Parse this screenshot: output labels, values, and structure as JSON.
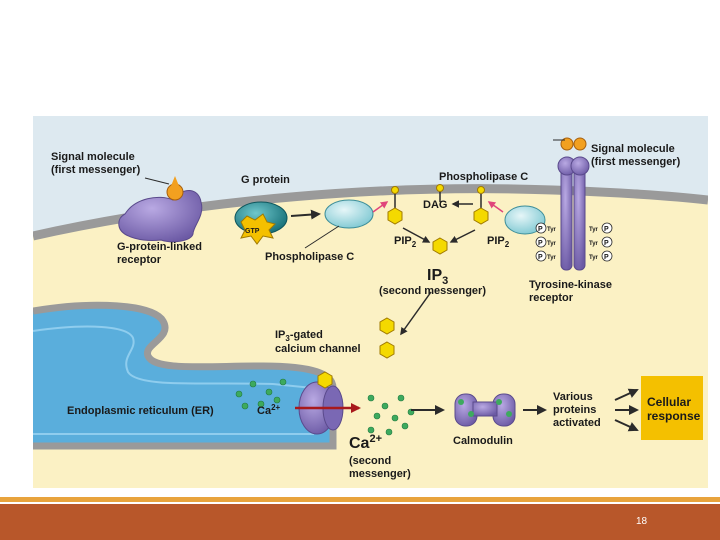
{
  "diagram": {
    "labels": {
      "signal_left_1": "Signal molecule",
      "signal_left_2": "(first messenger)",
      "g_protein": "G protein",
      "gtp": "GTP",
      "receptor_1": "G-protein-linked",
      "receptor_2": "receptor",
      "plc_bottom": "Phospholipase C",
      "plc_top": "Phospholipase C",
      "dag": "DAG",
      "pip2": "PIP",
      "pip2_sub": "2",
      "ip3": "IP",
      "ip3_sub": "3",
      "second_messenger": "(second messenger)",
      "signal_right_1": "Signal molecule",
      "signal_right_2": "(first messenger)",
      "tyr": "Tyr",
      "p": "P",
      "tk_1": "Tyrosine-kinase",
      "tk_2": "receptor",
      "ip3gated_1a": "IP",
      "ip3gated_1b": "3",
      "ip3gated_1c": "-gated",
      "ip3gated_2": "calcium channel",
      "er": "Endoplasmic reticulum (ER)",
      "ca_small": "Ca",
      "ca_charge": "2+",
      "ca_big": "Ca",
      "ca2_1": "(second",
      "ca2_2": "messenger)",
      "calmodulin": "Calmodulin",
      "various_1": "Various",
      "various_2": "proteins",
      "various_3": "activated",
      "response_1": "Cellular",
      "response_2": "response"
    },
    "colors": {
      "cytoplasm": "#fbf1c4",
      "extracellular": "#dde9f0",
      "membrane": "#9a9a9a",
      "er": "#5aaedc",
      "receptor": "#8f7cc2",
      "g_protein": "#1d8f98",
      "gtp": "#f4c000",
      "ligand": "#f2a020",
      "response_box": "#f4c000",
      "arrow": "#2b2b2b",
      "calcium": "#3daa5e",
      "pink_arrow": "#e0457b",
      "red_arrow": "#a8191c"
    }
  },
  "footer": {
    "page_number": "18"
  }
}
